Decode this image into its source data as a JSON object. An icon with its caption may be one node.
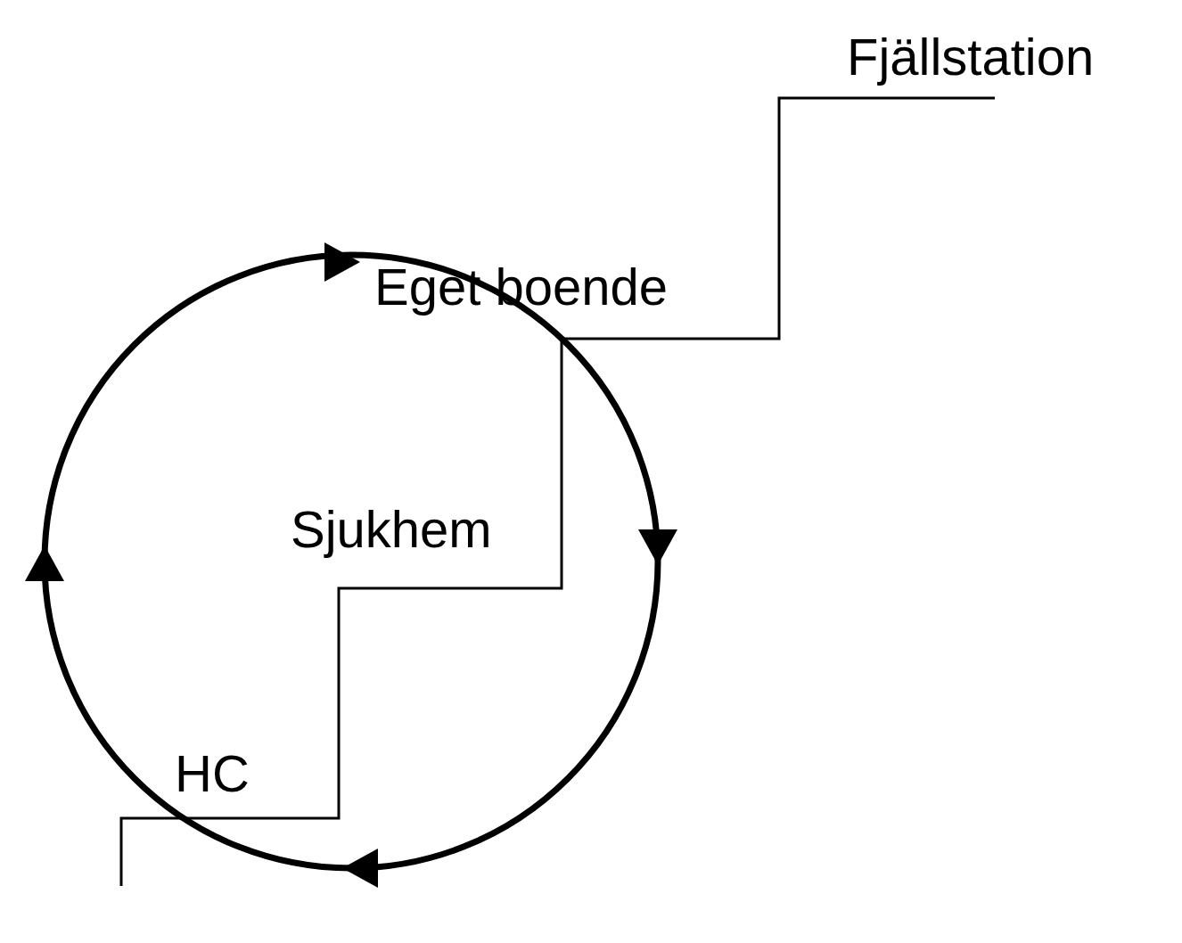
{
  "diagram": {
    "labels": [
      "Fjällstation",
      "Eget boende",
      "Sjukhem",
      "HC"
    ]
  }
}
